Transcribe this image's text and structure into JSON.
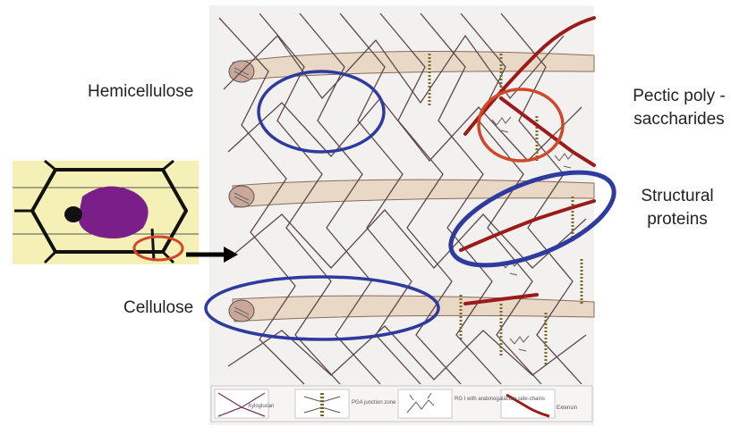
{
  "labels": {
    "hemicellulose": "Hemicellulose",
    "pectic_line1": "Pectic poly -",
    "pectic_line2": "saccharides",
    "structural_line1": "Structural",
    "structural_line2": "proteins",
    "cellulose": "Cellulose"
  },
  "legend": [
    {
      "label": "Xyloglucan"
    },
    {
      "label": "PGA junction zone"
    },
    {
      "label": "RG I with arabinogalactan side-chains"
    },
    {
      "label": "Extensin"
    }
  ],
  "colors": {
    "highlight_blue": "#2e3a9e",
    "highlight_red": "#d0482a",
    "cell_box_bg": "#f4f0b6",
    "nucleus": "#7a1f8a",
    "extensin": "#9b1b1b",
    "network": "#5a4a4a",
    "microfibril": "#e8d9c8"
  }
}
